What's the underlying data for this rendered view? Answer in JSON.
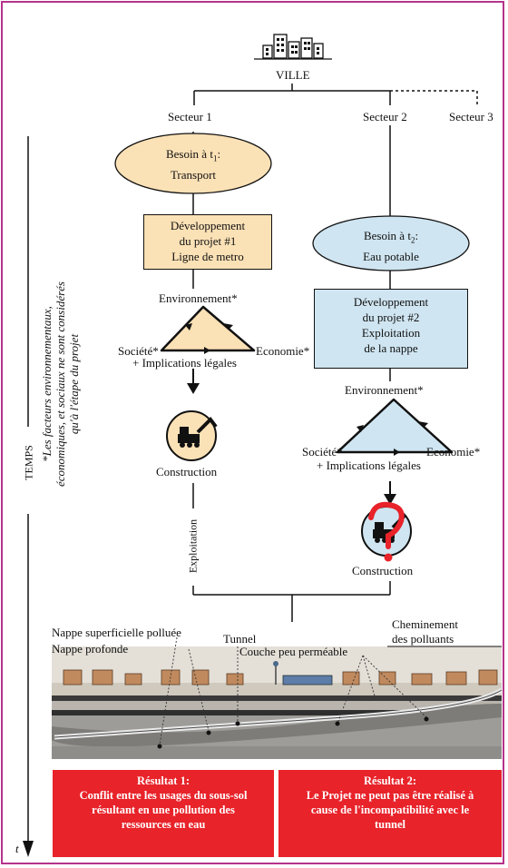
{
  "city": {
    "label": "VILLE"
  },
  "sectors": [
    "Secteur 1",
    "Secteur 2",
    "Secteur 3"
  ],
  "note": "*Les facteurs environnementaux, économiques, et sociaux ne sont considérés qu'à l'étape du projet",
  "timeline": {
    "label": "TEMPS",
    "t_label": "t"
  },
  "project1": {
    "need_line1": "Besoin à t",
    "need_sub": "1",
    "need_suffix": ":",
    "need_line2": "Transport",
    "dev_lines": [
      "Développement",
      "du projet #1",
      "Ligne de metro"
    ],
    "environment": "Environnement*",
    "society": "Société*",
    "economy": "Economie*",
    "legal": "+ Implications légales",
    "construction": "Construction",
    "exploitation": "Exploitation"
  },
  "project2": {
    "need_line1": "Besoin à t",
    "need_sub": "2",
    "need_suffix": ":",
    "need_line2": "Eau potable",
    "dev_lines": [
      "Développement",
      "du projet #2",
      "Exploitation",
      "de la nappe"
    ],
    "environment": "Environnement*",
    "society": "Société*",
    "economy": "Economie*",
    "legal": "+ Implications légales",
    "construction": "Construction"
  },
  "cross_section": {
    "labels": [
      "Nappe superficielle polluée",
      "Nappe profonde",
      "Tunnel",
      "Couche peu perméable",
      "Cheminement",
      "des polluants"
    ]
  },
  "results": [
    {
      "title": "Résultat 1:",
      "lines": [
        "Conflit entre les usages du sous-sol",
        "résultant en une pollution des",
        "ressources en eau"
      ]
    },
    {
      "title": "Résultat 2:",
      "lines": [
        "Le Projet ne peut pas être réalisé à",
        "cause de l'incompatibilité avec le",
        "tunnel"
      ]
    }
  ],
  "colors": {
    "frame": "#b5338a",
    "orange": "#fbe1b6",
    "blue": "#cfe5f1",
    "red": "#e8232a"
  }
}
